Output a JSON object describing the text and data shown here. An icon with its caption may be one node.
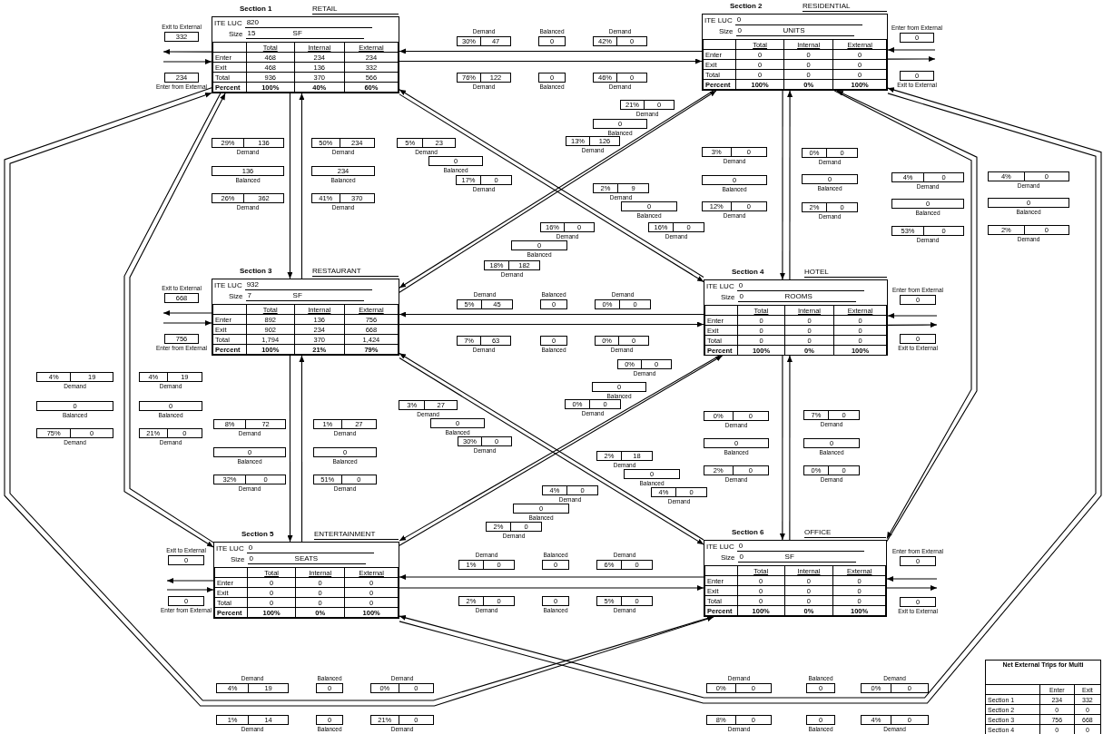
{
  "diagram": {
    "nodes": [
      {
        "text": [
          "Section 1",
          "RETAIL",
          "ITE LUC",
          "820",
          "Size",
          "15",
          "SF",
          "Total",
          "Internal",
          "External",
          "Enter",
          "468",
          "234",
          "234",
          "Exit",
          "468",
          "136",
          "332",
          "Total",
          "936",
          "370",
          "566",
          "Percent",
          "100%",
          "40%",
          "60%"
        ]
      },
      {
        "text": [
          "Section 2",
          "RESIDENTIAL",
          "ITE LUC",
          "0",
          "Size",
          "0",
          "UNITS",
          "Total",
          "Internal",
          "External",
          "Enter",
          "0",
          "0",
          "0",
          "Exit",
          "0",
          "0",
          "0",
          "Total",
          "0",
          "0",
          "0",
          "Percent",
          "100%",
          "0%",
          "100%"
        ]
      },
      {
        "text": [
          "Section 3",
          "RESTAURANT",
          "ITE LUC",
          "932",
          "Size",
          "7",
          "SF",
          "Total",
          "Internal",
          "External",
          "Enter",
          "892",
          "136",
          "756",
          "Exit",
          "902",
          "234",
          "668",
          "Total",
          "1,794",
          "370",
          "1,424",
          "Percent",
          "100%",
          "21%",
          "79%"
        ]
      },
      {
        "text": [
          "Section 4",
          "HOTEL",
          "ITE LUC",
          "0",
          "Size",
          "0",
          "ROOMS",
          "Total",
          "Internal",
          "External",
          "Enter",
          "0",
          "0",
          "0",
          "Exit",
          "0",
          "0",
          "0",
          "Total",
          "0",
          "0",
          "0",
          "Percent",
          "100%",
          "0%",
          "100%"
        ]
      },
      {
        "text": [
          "Section 5",
          "ENTERTAINMENT",
          "ITE LUC",
          "0",
          "Size",
          "0",
          "SEATS",
          "Total",
          "Internal",
          "External",
          "Enter",
          "0",
          "0",
          "0",
          "Exit",
          "0",
          "0",
          "0",
          "Total",
          "0",
          "0",
          "0",
          "Percent",
          "100%",
          "0%",
          "100%"
        ]
      },
      {
        "text": [
          "Section 6",
          "OFFICE",
          "ITE LUC",
          "0",
          "Size",
          "0",
          "SF",
          "Total",
          "Internal",
          "External",
          "Enter",
          "0",
          "0",
          "0",
          "Exit",
          "0",
          "0",
          "0",
          "Total",
          "0",
          "0",
          "0",
          "Percent",
          "100%",
          "0%",
          "100%"
        ]
      },
      {
        "text": [
          "332"
        ],
        "beside": [
          "Exit to External"
        ]
      },
      {
        "text": [
          "234"
        ],
        "beside": [
          "Enter from External"
        ]
      },
      {
        "text": [
          "0"
        ],
        "beside": [
          "Enter from External"
        ]
      },
      {
        "text": [
          "0"
        ],
        "beside": [
          "Exit to External"
        ]
      },
      {
        "text": [
          "668"
        ],
        "beside": [
          "Exit to External"
        ]
      },
      {
        "text": [
          "756"
        ],
        "beside": [
          "Enter from External"
        ]
      },
      {
        "text": [
          "0"
        ],
        "beside": [
          "Enter from External"
        ]
      },
      {
        "text": [
          "0"
        ],
        "beside": [
          "Exit to External"
        ]
      },
      {
        "text": [
          "0"
        ],
        "beside": [
          "Exit to External"
        ]
      },
      {
        "text": [
          "0"
        ],
        "beside": [
          "Enter from External"
        ]
      },
      {
        "text": [
          "0"
        ],
        "beside": [
          "Enter from External"
        ]
      },
      {
        "text": [
          "0"
        ],
        "beside": [
          "Exit to External"
        ]
      },
      {
        "text": [
          "30%",
          "47"
        ],
        "beside": [
          "Demand"
        ]
      },
      {
        "text": [
          "0"
        ],
        "beside": [
          "Balanced"
        ]
      },
      {
        "text": [
          "42%",
          "0"
        ],
        "beside": [
          "Demand"
        ]
      },
      {
        "text": [
          "76%",
          "122"
        ],
        "beside": [
          "Demand"
        ]
      },
      {
        "text": [
          "0"
        ],
        "beside": [
          "Balanced"
        ]
      },
      {
        "text": [
          "46%",
          "0"
        ],
        "beside": [
          "Demand"
        ]
      },
      {
        "text": [
          "29%",
          "136"
        ],
        "beside": [
          "Demand"
        ]
      },
      {
        "text": [
          "136"
        ],
        "beside": [
          "Balanced"
        ]
      },
      {
        "text": [
          "26%",
          "362"
        ],
        "beside": [
          "Demand"
        ]
      },
      {
        "text": [
          "50%",
          "234"
        ],
        "beside": [
          "Demand"
        ]
      },
      {
        "text": [
          "234"
        ],
        "beside": [
          "Balanced"
        ]
      },
      {
        "text": [
          "41%",
          "370"
        ],
        "beside": [
          "Demand"
        ]
      },
      {
        "text": [
          "5%",
          "23"
        ],
        "beside": [
          "Demand"
        ]
      },
      {
        "text": [
          "0"
        ],
        "beside": [
          "Balanced"
        ]
      },
      {
        "text": [
          "17%",
          "0"
        ],
        "beside": [
          "Demand"
        ]
      },
      {
        "text": [
          "21%",
          "0"
        ],
        "beside": [
          "Demand"
        ]
      },
      {
        "text": [
          "0"
        ],
        "beside": [
          "Balanced"
        ]
      },
      {
        "text": [
          "13%",
          "126"
        ],
        "beside": [
          "Demand"
        ]
      },
      {
        "text": [
          "3%",
          "0"
        ],
        "beside": [
          "Demand"
        ]
      },
      {
        "text": [
          "0"
        ],
        "beside": [
          "Balanced"
        ]
      },
      {
        "text": [
          "12%",
          "0"
        ],
        "beside": [
          "Demand"
        ]
      },
      {
        "text": [
          "0%",
          "0"
        ],
        "beside": [
          "Demand"
        ]
      },
      {
        "text": [
          "0"
        ],
        "beside": [
          "Balanced"
        ]
      },
      {
        "text": [
          "2%",
          "0"
        ],
        "beside": [
          "Demand"
        ]
      },
      {
        "text": [
          "4%",
          "0"
        ],
        "beside": [
          "Demand"
        ]
      },
      {
        "text": [
          "0"
        ],
        "beside": [
          "Balanced"
        ]
      },
      {
        "text": [
          "53%",
          "0"
        ],
        "beside": [
          "Demand"
        ]
      },
      {
        "text": [
          "4%",
          "0"
        ],
        "beside": [
          "Demand"
        ]
      },
      {
        "text": [
          "0"
        ],
        "beside": [
          "Balanced"
        ]
      },
      {
        "text": [
          "2%",
          "0"
        ],
        "beside": [
          "Demand"
        ]
      },
      {
        "text": [
          "2%",
          "9"
        ],
        "beside": [
          "Demand"
        ]
      },
      {
        "text": [
          "0"
        ],
        "beside": [
          "Balanced"
        ]
      },
      {
        "text": [
          "16%",
          "0"
        ],
        "beside": [
          "Demand"
        ]
      },
      {
        "text": [
          "16%",
          "0"
        ],
        "beside": [
          "Demand"
        ]
      },
      {
        "text": [
          "0"
        ],
        "beside": [
          "Balanced"
        ]
      },
      {
        "text": [
          "18%",
          "182"
        ],
        "beside": [
          "Demand"
        ]
      },
      {
        "text": [
          "5%",
          "45"
        ],
        "beside": [
          "Demand"
        ]
      },
      {
        "text": [
          "0"
        ],
        "beside": [
          "Balanced"
        ]
      },
      {
        "text": [
          "0%",
          "0"
        ],
        "beside": [
          "Demand"
        ]
      },
      {
        "text": [
          "7%",
          "63"
        ],
        "beside": [
          "Demand"
        ]
      },
      {
        "text": [
          "0"
        ],
        "beside": [
          "Balanced"
        ]
      },
      {
        "text": [
          "0%",
          "0"
        ],
        "beside": [
          "Demand"
        ]
      },
      {
        "text": [
          "4%",
          "19"
        ],
        "beside": [
          "Demand"
        ]
      },
      {
        "text": [
          "0"
        ],
        "beside": [
          "Balanced"
        ]
      },
      {
        "text": [
          "75%",
          "0"
        ],
        "beside": [
          "Demand"
        ]
      },
      {
        "text": [
          "4%",
          "19"
        ],
        "beside": [
          "Demand"
        ]
      },
      {
        "text": [
          "0"
        ],
        "beside": [
          "Balanced"
        ]
      },
      {
        "text": [
          "21%",
          "0"
        ],
        "beside": [
          "Demand"
        ]
      },
      {
        "text": [
          "8%",
          "72"
        ],
        "beside": [
          "Demand"
        ]
      },
      {
        "text": [
          "0"
        ],
        "beside": [
          "Balanced"
        ]
      },
      {
        "text": [
          "32%",
          "0"
        ],
        "beside": [
          "Demand"
        ]
      },
      {
        "text": [
          "1%",
          "27"
        ],
        "beside": [
          "Demand"
        ]
      },
      {
        "text": [
          "0"
        ],
        "beside": [
          "Balanced"
        ]
      },
      {
        "text": [
          "51%",
          "0"
        ],
        "beside": [
          "Demand"
        ]
      },
      {
        "text": [
          "0%",
          "0"
        ],
        "beside": [
          "Demand"
        ]
      },
      {
        "text": [
          "0"
        ],
        "beside": [
          "Balanced"
        ]
      },
      {
        "text": [
          "0%",
          "0"
        ],
        "beside": [
          "Demand"
        ]
      },
      {
        "text": [
          "3%",
          "27"
        ],
        "beside": [
          "Demand"
        ]
      },
      {
        "text": [
          "0"
        ],
        "beside": [
          "Balanced"
        ]
      },
      {
        "text": [
          "30%",
          "0"
        ],
        "beside": [
          "Demand"
        ]
      },
      {
        "text": [
          "0%",
          "0"
        ],
        "beside": [
          "Demand"
        ]
      },
      {
        "text": [
          "0"
        ],
        "beside": [
          "Balanced"
        ]
      },
      {
        "text": [
          "2%",
          "0"
        ],
        "beside": [
          "Demand"
        ]
      },
      {
        "text": [
          "7%",
          "0"
        ],
        "beside": [
          "Demand"
        ]
      },
      {
        "text": [
          "0"
        ],
        "beside": [
          "Balanced"
        ]
      },
      {
        "text": [
          "0%",
          "0"
        ],
        "beside": [
          "Demand"
        ]
      },
      {
        "text": [
          "2%",
          "18"
        ],
        "beside": [
          "Demand"
        ]
      },
      {
        "text": [
          "0"
        ],
        "beside": [
          "Balanced"
        ]
      },
      {
        "text": [
          "4%",
          "0"
        ],
        "beside": [
          "Demand"
        ]
      },
      {
        "text": [
          "4%",
          "0"
        ],
        "beside": [
          "Demand"
        ]
      },
      {
        "text": [
          "0"
        ],
        "beside": [
          "Balanced"
        ]
      },
      {
        "text": [
          "2%",
          "0"
        ],
        "beside": [
          "Demand"
        ]
      },
      {
        "text": [
          "1%",
          "0"
        ],
        "beside": [
          "Demand"
        ]
      },
      {
        "text": [
          "0"
        ],
        "beside": [
          "Balanced"
        ]
      },
      {
        "text": [
          "6%",
          "0"
        ],
        "beside": [
          "Demand"
        ]
      },
      {
        "text": [
          "2%",
          "0"
        ],
        "beside": [
          "Demand"
        ]
      },
      {
        "text": [
          "0"
        ],
        "beside": [
          "Balanced"
        ]
      },
      {
        "text": [
          "5%",
          "0"
        ],
        "beside": [
          "Demand"
        ]
      },
      {
        "text": [
          "4%",
          "19"
        ],
        "beside": [
          "Demand"
        ]
      },
      {
        "text": [
          "0"
        ],
        "beside": [
          "Balanced"
        ]
      },
      {
        "text": [
          "0%",
          "0"
        ],
        "beside": [
          "Demand"
        ]
      },
      {
        "text": [
          "1%",
          "14"
        ],
        "beside": [
          "Demand"
        ]
      },
      {
        "text": [
          "0"
        ],
        "beside": [
          "Balanced"
        ]
      },
      {
        "text": [
          "21%",
          "0"
        ],
        "beside": [
          "Demand"
        ]
      },
      {
        "text": [
          "0%",
          "0"
        ],
        "beside": [
          "Demand"
        ]
      },
      {
        "text": [
          "0"
        ],
        "beside": [
          "Balanced"
        ]
      },
      {
        "text": [
          "0%",
          "0"
        ],
        "beside": [
          "Demand"
        ]
      },
      {
        "text": [
          "8%",
          "0"
        ],
        "beside": [
          "Demand"
        ]
      },
      {
        "text": [
          "0"
        ],
        "beside": [
          "Balanced"
        ]
      },
      {
        "text": [
          "4%",
          "0"
        ],
        "beside": [
          "Demand"
        ]
      }
    ],
    "edges": [
      {
        "from": 0,
        "to": 1,
        "arrow": "to"
      },
      {
        "from": 1,
        "to": 0,
        "arrow": "to"
      },
      {
        "from": 0,
        "to": 2,
        "arrow": "to"
      },
      {
        "from": 2,
        "to": 0,
        "arrow": "to"
      },
      {
        "from": 0,
        "to": 3,
        "arrow": "to"
      },
      {
        "from": 3,
        "to": 0,
        "arrow": "to"
      },
      {
        "from": 0,
        "to": 4,
        "arrow": "to"
      },
      {
        "from": 4,
        "to": 0,
        "arrow": "to"
      },
      {
        "from": 0,
        "to": 5,
        "arrow": "to"
      },
      {
        "from": 5,
        "to": 0,
        "arrow": "to"
      },
      {
        "from": 1,
        "to": 2,
        "arrow": "to"
      },
      {
        "from": 2,
        "to": 1,
        "arrow": "to"
      },
      {
        "from": 1,
        "to": 3,
        "arrow": "to"
      },
      {
        "from": 3,
        "to": 1,
        "arrow": "to"
      },
      {
        "from": 1,
        "to": 4,
        "arrow": "to"
      },
      {
        "from": 4,
        "to": 1,
        "arrow": "to"
      },
      {
        "from": 1,
        "to": 5,
        "arrow": "to"
      },
      {
        "from": 5,
        "to": 1,
        "arrow": "to"
      },
      {
        "from": 2,
        "to": 3,
        "arrow": "to"
      },
      {
        "from": 3,
        "to": 2,
        "arrow": "to"
      },
      {
        "from": 2,
        "to": 4,
        "arrow": "to"
      },
      {
        "from": 4,
        "to": 2,
        "arrow": "to"
      },
      {
        "from": 2,
        "to": 5,
        "arrow": "to"
      },
      {
        "from": 5,
        "to": 2,
        "arrow": "to"
      },
      {
        "from": 3,
        "to": 4,
        "arrow": "to"
      },
      {
        "from": 4,
        "to": 3,
        "arrow": "to"
      },
      {
        "from": 3,
        "to": 5,
        "arrow": "to"
      },
      {
        "from": 5,
        "to": 3,
        "arrow": "to"
      },
      {
        "from": 4,
        "to": 5,
        "arrow": "to"
      },
      {
        "from": 5,
        "to": 4,
        "arrow": "to"
      },
      {
        "from": 0,
        "to": 6,
        "arrow": "to"
      },
      {
        "from": 7,
        "to": 0,
        "arrow": "to"
      },
      {
        "from": 8,
        "to": 1,
        "arrow": "to"
      },
      {
        "from": 1,
        "to": 9,
        "arrow": "to"
      },
      {
        "from": 2,
        "to": 10,
        "arrow": "to"
      },
      {
        "from": 11,
        "to": 2,
        "arrow": "to"
      },
      {
        "from": 12,
        "to": 3,
        "arrow": "to"
      },
      {
        "from": 3,
        "to": 13,
        "arrow": "to"
      },
      {
        "from": 4,
        "to": 14,
        "arrow": "to"
      },
      {
        "from": 15,
        "to": 4,
        "arrow": "to"
      },
      {
        "from": 16,
        "to": 5,
        "arrow": "to"
      },
      {
        "from": 5,
        "to": 17,
        "arrow": "to"
      }
    ],
    "labels": [
      "Net External Trips for Multi",
      "Enter",
      "Exit",
      "Section 1",
      "234",
      "332",
      "Section 2",
      "0",
      "0",
      "Section 3",
      "756",
      "668",
      "Section 4",
      "0",
      "0"
    ]
  }
}
